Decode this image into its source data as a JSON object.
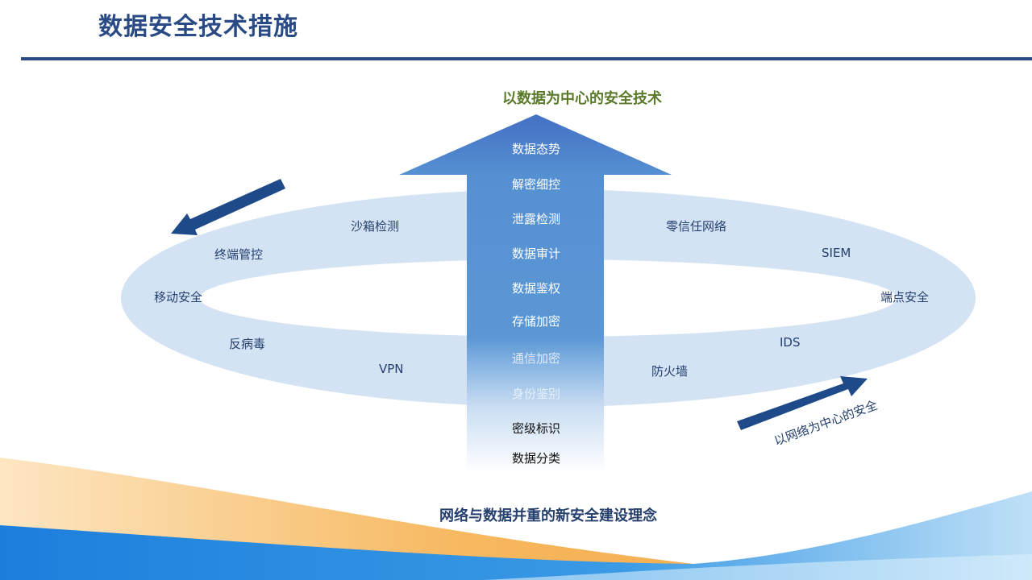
{
  "slide": {
    "title": "数据安全技术措施"
  },
  "diagram": {
    "top_caption": "以数据为中心的安全技术",
    "arrow_items": [
      "数据态势",
      "解密细控",
      "泄露检测",
      "数据审计",
      "数据鉴权",
      "存储加密",
      "通信加密",
      "身份鉴别",
      "密级标识",
      "数据分类"
    ],
    "ring_items": {
      "sandbox_detection": "沙箱检测",
      "terminal_control": "终端管控",
      "mobile_security": "移动安全",
      "antivirus": "反病毒",
      "vpn": "VPN",
      "firewall": "防火墙",
      "ids": "IDS",
      "endpoint_security": "端点安全",
      "siem": "SIEM",
      "zero_trust": "零信任网络"
    },
    "network_caption": "以网络为中心的安全",
    "bottom_caption": "网络与数据并重的新安全建设理念"
  },
  "colors": {
    "title": "#2a4a86",
    "ring": "#d3e3f4",
    "arrow_top": "#4a7cc8",
    "arrow_body": "#5b97d4",
    "dark_arrow": "#1f4a8a",
    "top_caption": "#5a7a2a",
    "wave_orange": "#f2a23a",
    "wave_blue": "#2f8fe0"
  }
}
